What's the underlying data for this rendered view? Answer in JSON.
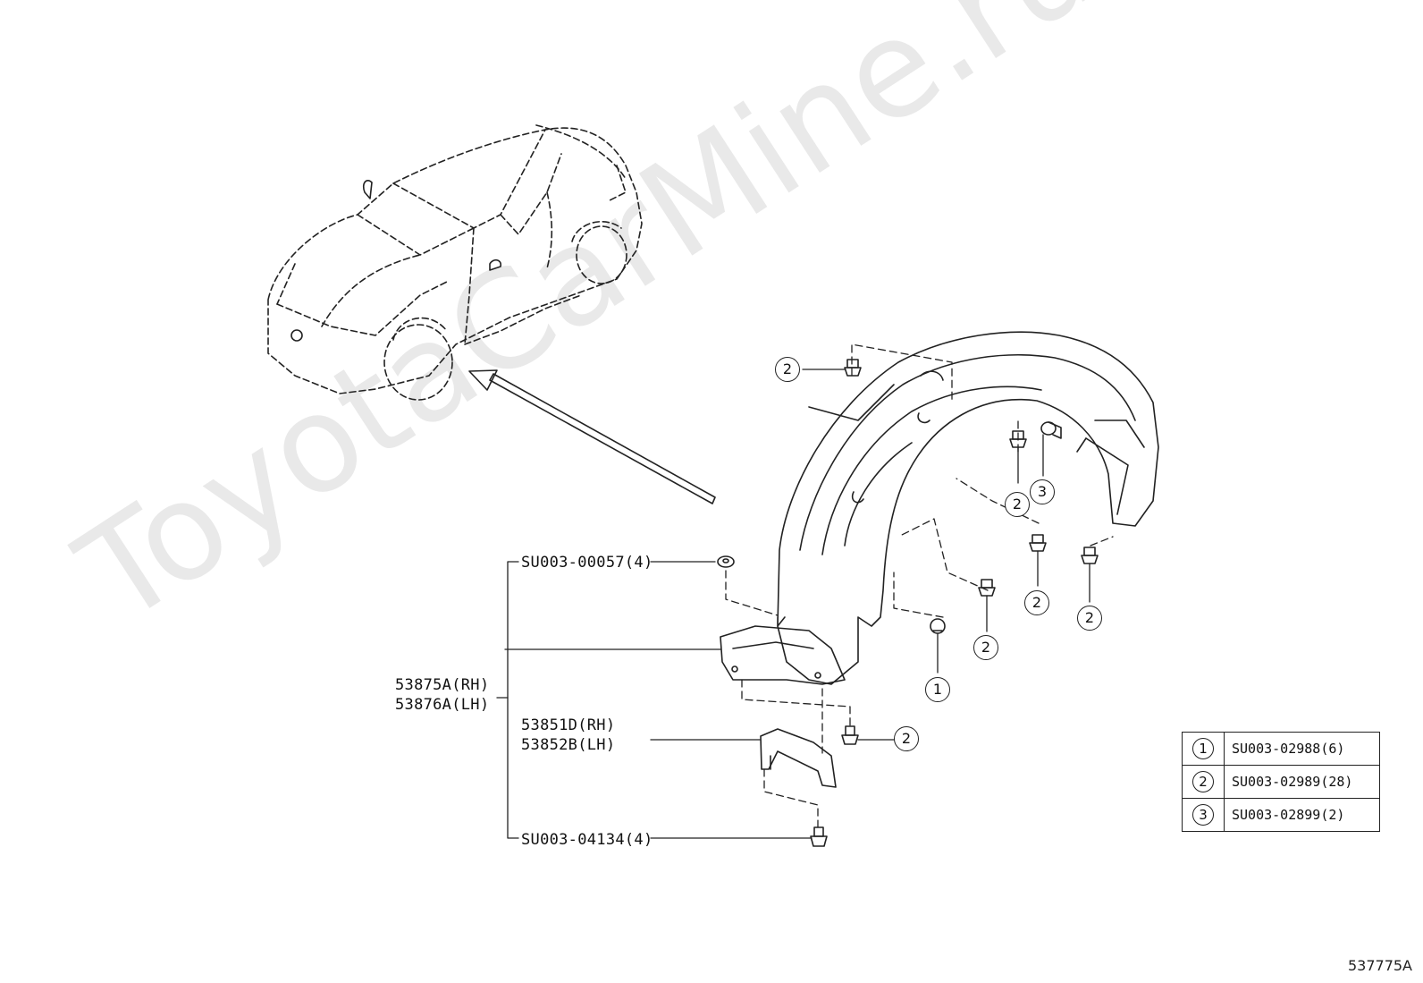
{
  "watermark": "ToyotaCarMine.ru",
  "labels": {
    "su_00057": "SU003-00057(4)",
    "rh_53875": "53875A(RH)",
    "lh_53876": "53876A(LH)",
    "rh_53851": "53851D(RH)",
    "lh_53852": "53852B(LH)",
    "su_04134": "SU003-04134(4)"
  },
  "callouts": [
    "2",
    "2",
    "3",
    "2",
    "2",
    "2",
    "1",
    "2"
  ],
  "legend": [
    {
      "num": "1",
      "code": "SU003-02988(6)"
    },
    {
      "num": "2",
      "code": "SU003-02989(28)"
    },
    {
      "num": "3",
      "code": "SU003-02899(2)"
    }
  ],
  "diagram_id": "537775A"
}
